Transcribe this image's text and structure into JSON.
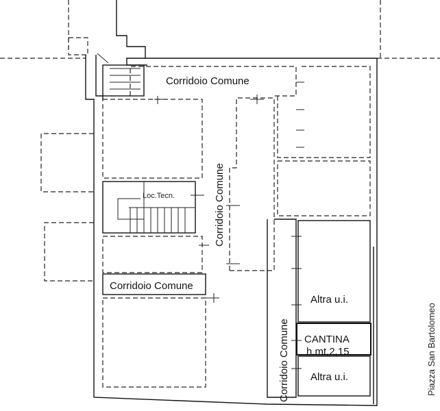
{
  "plan": {
    "labels": {
      "corridor_top": "Corridoio Comune",
      "corridor_center_vertical": "Corridoio Comune",
      "technical_room": "Loc.Tecn.",
      "corridor_left": "Corridoio Comune",
      "corridor_right_vertical": "Corridoio Comune",
      "other_unit_upper": "Altra u.i.",
      "cellar": "CANTINA",
      "cellar_height": "h.mt.2,15",
      "other_unit_lower": "Altra u.i.",
      "street": "Piazza San Bartolomeo"
    },
    "colors": {
      "line": "#111111",
      "background": "#ffffff"
    }
  }
}
